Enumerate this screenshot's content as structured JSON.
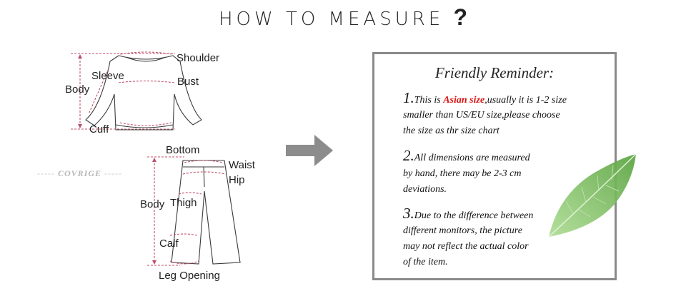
{
  "title": {
    "text": "HOW TO MEASURE",
    "mark": "?"
  },
  "top_garment": {
    "shoulder": "Shoulder",
    "sleeve": "Sleeve",
    "bust": "Bust",
    "body": "Body",
    "cuff": "Cuff"
  },
  "bottom_garment": {
    "bottom": "Bottom",
    "waist": "Waist",
    "hip": "Hip",
    "body": "Body",
    "thigh": "Thigh",
    "calf": "Calf",
    "leg_opening": "Leg Opening"
  },
  "brand": {
    "dashes_left": "-----",
    "name": "COVRIGE",
    "dashes_right": "-----"
  },
  "reminder": {
    "title": "Friendly Reminder:",
    "items": [
      {
        "number": "1.",
        "pre": "This is ",
        "highlight": "Asian size",
        "line1_rest": ",usually it is 1-2 size",
        "line2": "smaller than US/EU size,please choose",
        "line3": " the size as thr size chart"
      },
      {
        "number": "2.",
        "line1": "All dimensions are measured",
        "line2": " by hand, there may be 2-3 cm",
        "line3": "deviations."
      },
      {
        "number": "3.",
        "line1": "Due to the difference between",
        "line2": " different monitors, the picture",
        "line3": "may not reflect the actual color",
        "line4": "of the item."
      }
    ]
  },
  "colors": {
    "measure_line": "#c0506a",
    "box_border": "#8a8a8a",
    "highlight": "#dd1111",
    "arrow": "#8c8c8c",
    "leaf": "#7fbf5e"
  },
  "icons": [
    "arrow-right-icon",
    "leaf-icon"
  ]
}
